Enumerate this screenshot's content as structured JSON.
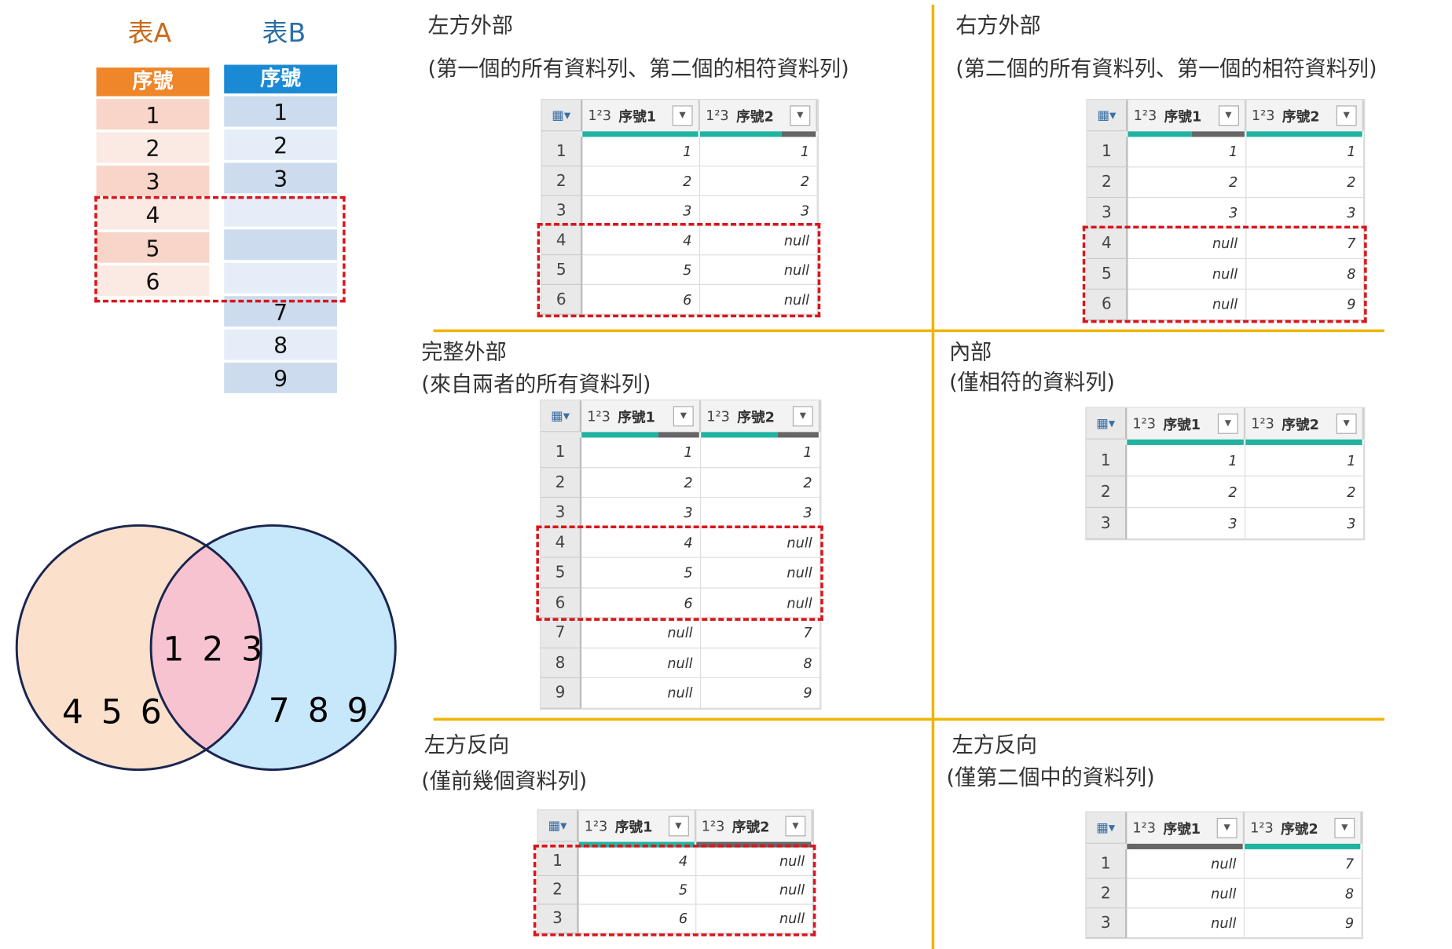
{
  "source_tables": {
    "a": {
      "title": "表A",
      "header": "序號",
      "values": [
        "1",
        "2",
        "3",
        "4",
        "5",
        "6"
      ],
      "color": "#f0862a"
    },
    "b": {
      "title": "表B",
      "header": "序號",
      "values": [
        "1",
        "2",
        "3",
        "",
        "",
        "",
        "7",
        "8",
        "9"
      ],
      "color": "#1a8ad4"
    }
  },
  "venn": {
    "left_only": "4 5 6",
    "both": "1 2 3",
    "right_only": "7 8 9"
  },
  "joins": [
    {
      "title": "左方外部",
      "subtitle": "(第一個的所有資料列、第二個的相符資料列)",
      "columns": [
        "序號1",
        "序號2"
      ],
      "type_icon": "1²3",
      "rows": [
        [
          "1",
          "1"
        ],
        [
          "2",
          "2"
        ],
        [
          "3",
          "3"
        ],
        [
          "4",
          "null"
        ],
        [
          "5",
          "null"
        ],
        [
          "6",
          "null"
        ]
      ],
      "highlight": [
        4,
        6
      ],
      "quality": [
        1,
        0.7
      ]
    },
    {
      "title": "右方外部",
      "subtitle": "(第二個的所有資料列、第一個的相符資料列)",
      "columns": [
        "序號1",
        "序號2"
      ],
      "type_icon": "1²3",
      "rows": [
        [
          "1",
          "1"
        ],
        [
          "2",
          "2"
        ],
        [
          "3",
          "3"
        ],
        [
          "null",
          "7"
        ],
        [
          "null",
          "8"
        ],
        [
          "null",
          "9"
        ]
      ],
      "highlight": [
        4,
        6
      ],
      "quality": [
        0.55,
        1
      ]
    },
    {
      "title": "完整外部",
      "subtitle": "(來自兩者的所有資料列)",
      "columns": [
        "序號1",
        "序號2"
      ],
      "type_icon": "1²3",
      "rows": [
        [
          "1",
          "1"
        ],
        [
          "2",
          "2"
        ],
        [
          "3",
          "3"
        ],
        [
          "4",
          "null"
        ],
        [
          "5",
          "null"
        ],
        [
          "6",
          "null"
        ],
        [
          "null",
          "7"
        ],
        [
          "null",
          "8"
        ],
        [
          "null",
          "9"
        ]
      ],
      "highlight": [
        4,
        6
      ],
      "quality": [
        0.65,
        0.65
      ]
    },
    {
      "title": "內部",
      "subtitle": "(僅相符的資料列)",
      "columns": [
        "序號1",
        "序號2"
      ],
      "type_icon": "1²3",
      "rows": [
        [
          "1",
          "1"
        ],
        [
          "2",
          "2"
        ],
        [
          "3",
          "3"
        ]
      ],
      "highlight": null,
      "quality": [
        1,
        1
      ]
    },
    {
      "title": "左方反向",
      "subtitle": "(僅前幾個資料列)",
      "columns": [
        "序號1",
        "序號2"
      ],
      "type_icon": "1²3",
      "rows": [
        [
          "4",
          "null"
        ],
        [
          "5",
          "null"
        ],
        [
          "6",
          "null"
        ]
      ],
      "highlight": [
        1,
        3
      ],
      "quality": [
        1,
        0
      ]
    },
    {
      "title": "左方反向",
      "subtitle": "(僅第二個中的資料列)",
      "columns": [
        "序號1",
        "序號2"
      ],
      "type_icon": "1²3",
      "rows": [
        [
          "null",
          "7"
        ],
        [
          "null",
          "8"
        ],
        [
          "null",
          "9"
        ]
      ],
      "highlight": null,
      "quality": [
        0,
        1
      ]
    }
  ],
  "colors": {
    "divider": "#f0b400",
    "highlight": "#d9161c",
    "quality_valid": "#1fb3a0",
    "quality_empty": "#666666"
  }
}
